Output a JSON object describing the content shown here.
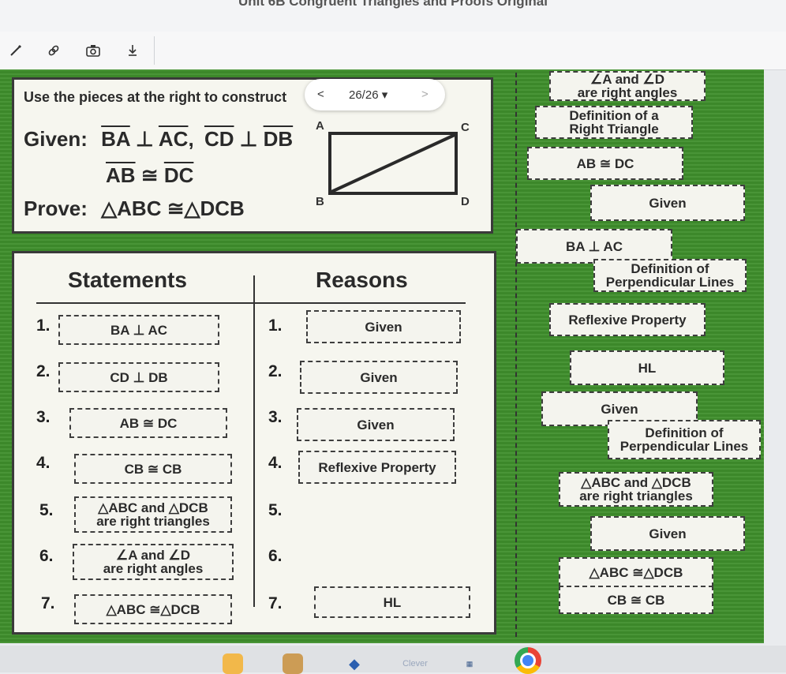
{
  "window": {
    "title": "Unit 6B Congruent Triangles and Proofs Original"
  },
  "toolbar": {
    "tools": [
      "pen-icon",
      "link-icon",
      "camera-icon",
      "download-icon"
    ]
  },
  "pager": {
    "prev": "<",
    "page": "26/26 ▾",
    "next": ">"
  },
  "given_panel": {
    "instruction": "Use the pieces at the right to construct",
    "given_label": "Given:",
    "given_line1_a": "BA",
    "given_perp": "⊥",
    "given_line1_b": "AC",
    "given_comma": ",",
    "given_line1_c": "CD",
    "given_line1_d": "DB",
    "given_line2_a": "AB",
    "given_cong": "≅",
    "given_line2_b": "DC",
    "prove_label": "Prove:",
    "prove_text": "△ABC ≅△DCB",
    "vertices": {
      "A": "A",
      "B": "B",
      "C": "C",
      "D": "D"
    }
  },
  "proof": {
    "statements_header": "Statements",
    "reasons_header": "Reasons",
    "statement_numbers": [
      "1.",
      "2.",
      "3.",
      "4.",
      "5.",
      "6.",
      "7."
    ],
    "reason_numbers": [
      "1.",
      "2.",
      "3.",
      "4.",
      "5.",
      "6.",
      "7."
    ],
    "statements": [
      "BA ⊥ AC",
      "CD ⊥ DB",
      "AB ≅ DC",
      "CB ≅ CB",
      "△ABC and △DCB",
      "∠A and ∠D",
      "△ABC ≅△DCB"
    ],
    "statement_line2": [
      "",
      "",
      "",
      "",
      "are right triangles",
      "are right angles",
      ""
    ],
    "reasons": [
      "Given",
      "Given",
      "Given",
      "Reflexive Property",
      "",
      "",
      "HL"
    ]
  },
  "pieces": [
    {
      "line1": "∠A and ∠D",
      "line2": "are right angles"
    },
    {
      "line1": "Definition of a",
      "line2": "Right Triangle"
    },
    {
      "line1": "AB ≅ DC",
      "line2": ""
    },
    {
      "line1": "Given",
      "line2": ""
    },
    {
      "line1": "BA ⊥ AC",
      "line2": ""
    },
    {
      "line1": "Definition of",
      "line2": "Perpendicular Lines"
    },
    {
      "line1": "Reflexive Property",
      "line2": ""
    },
    {
      "line1": "HL",
      "line2": ""
    },
    {
      "line1": "Given",
      "line2": ""
    },
    {
      "line1": "Definition of",
      "line2": "Perpendicular Lines"
    },
    {
      "line1": "△ABC and △DCB",
      "line2": "are right triangles"
    },
    {
      "line1": "Given",
      "line2": ""
    },
    {
      "line1": "△ABC ≅△DCB",
      "line2": ""
    },
    {
      "line1": "CB ≅ CB",
      "line2": ""
    }
  ],
  "dock": {
    "clever": "Clever"
  },
  "colors": {
    "slide_green": "#3f8f2c",
    "panel": "#f6f6ef",
    "border": "#3a3a3a"
  }
}
